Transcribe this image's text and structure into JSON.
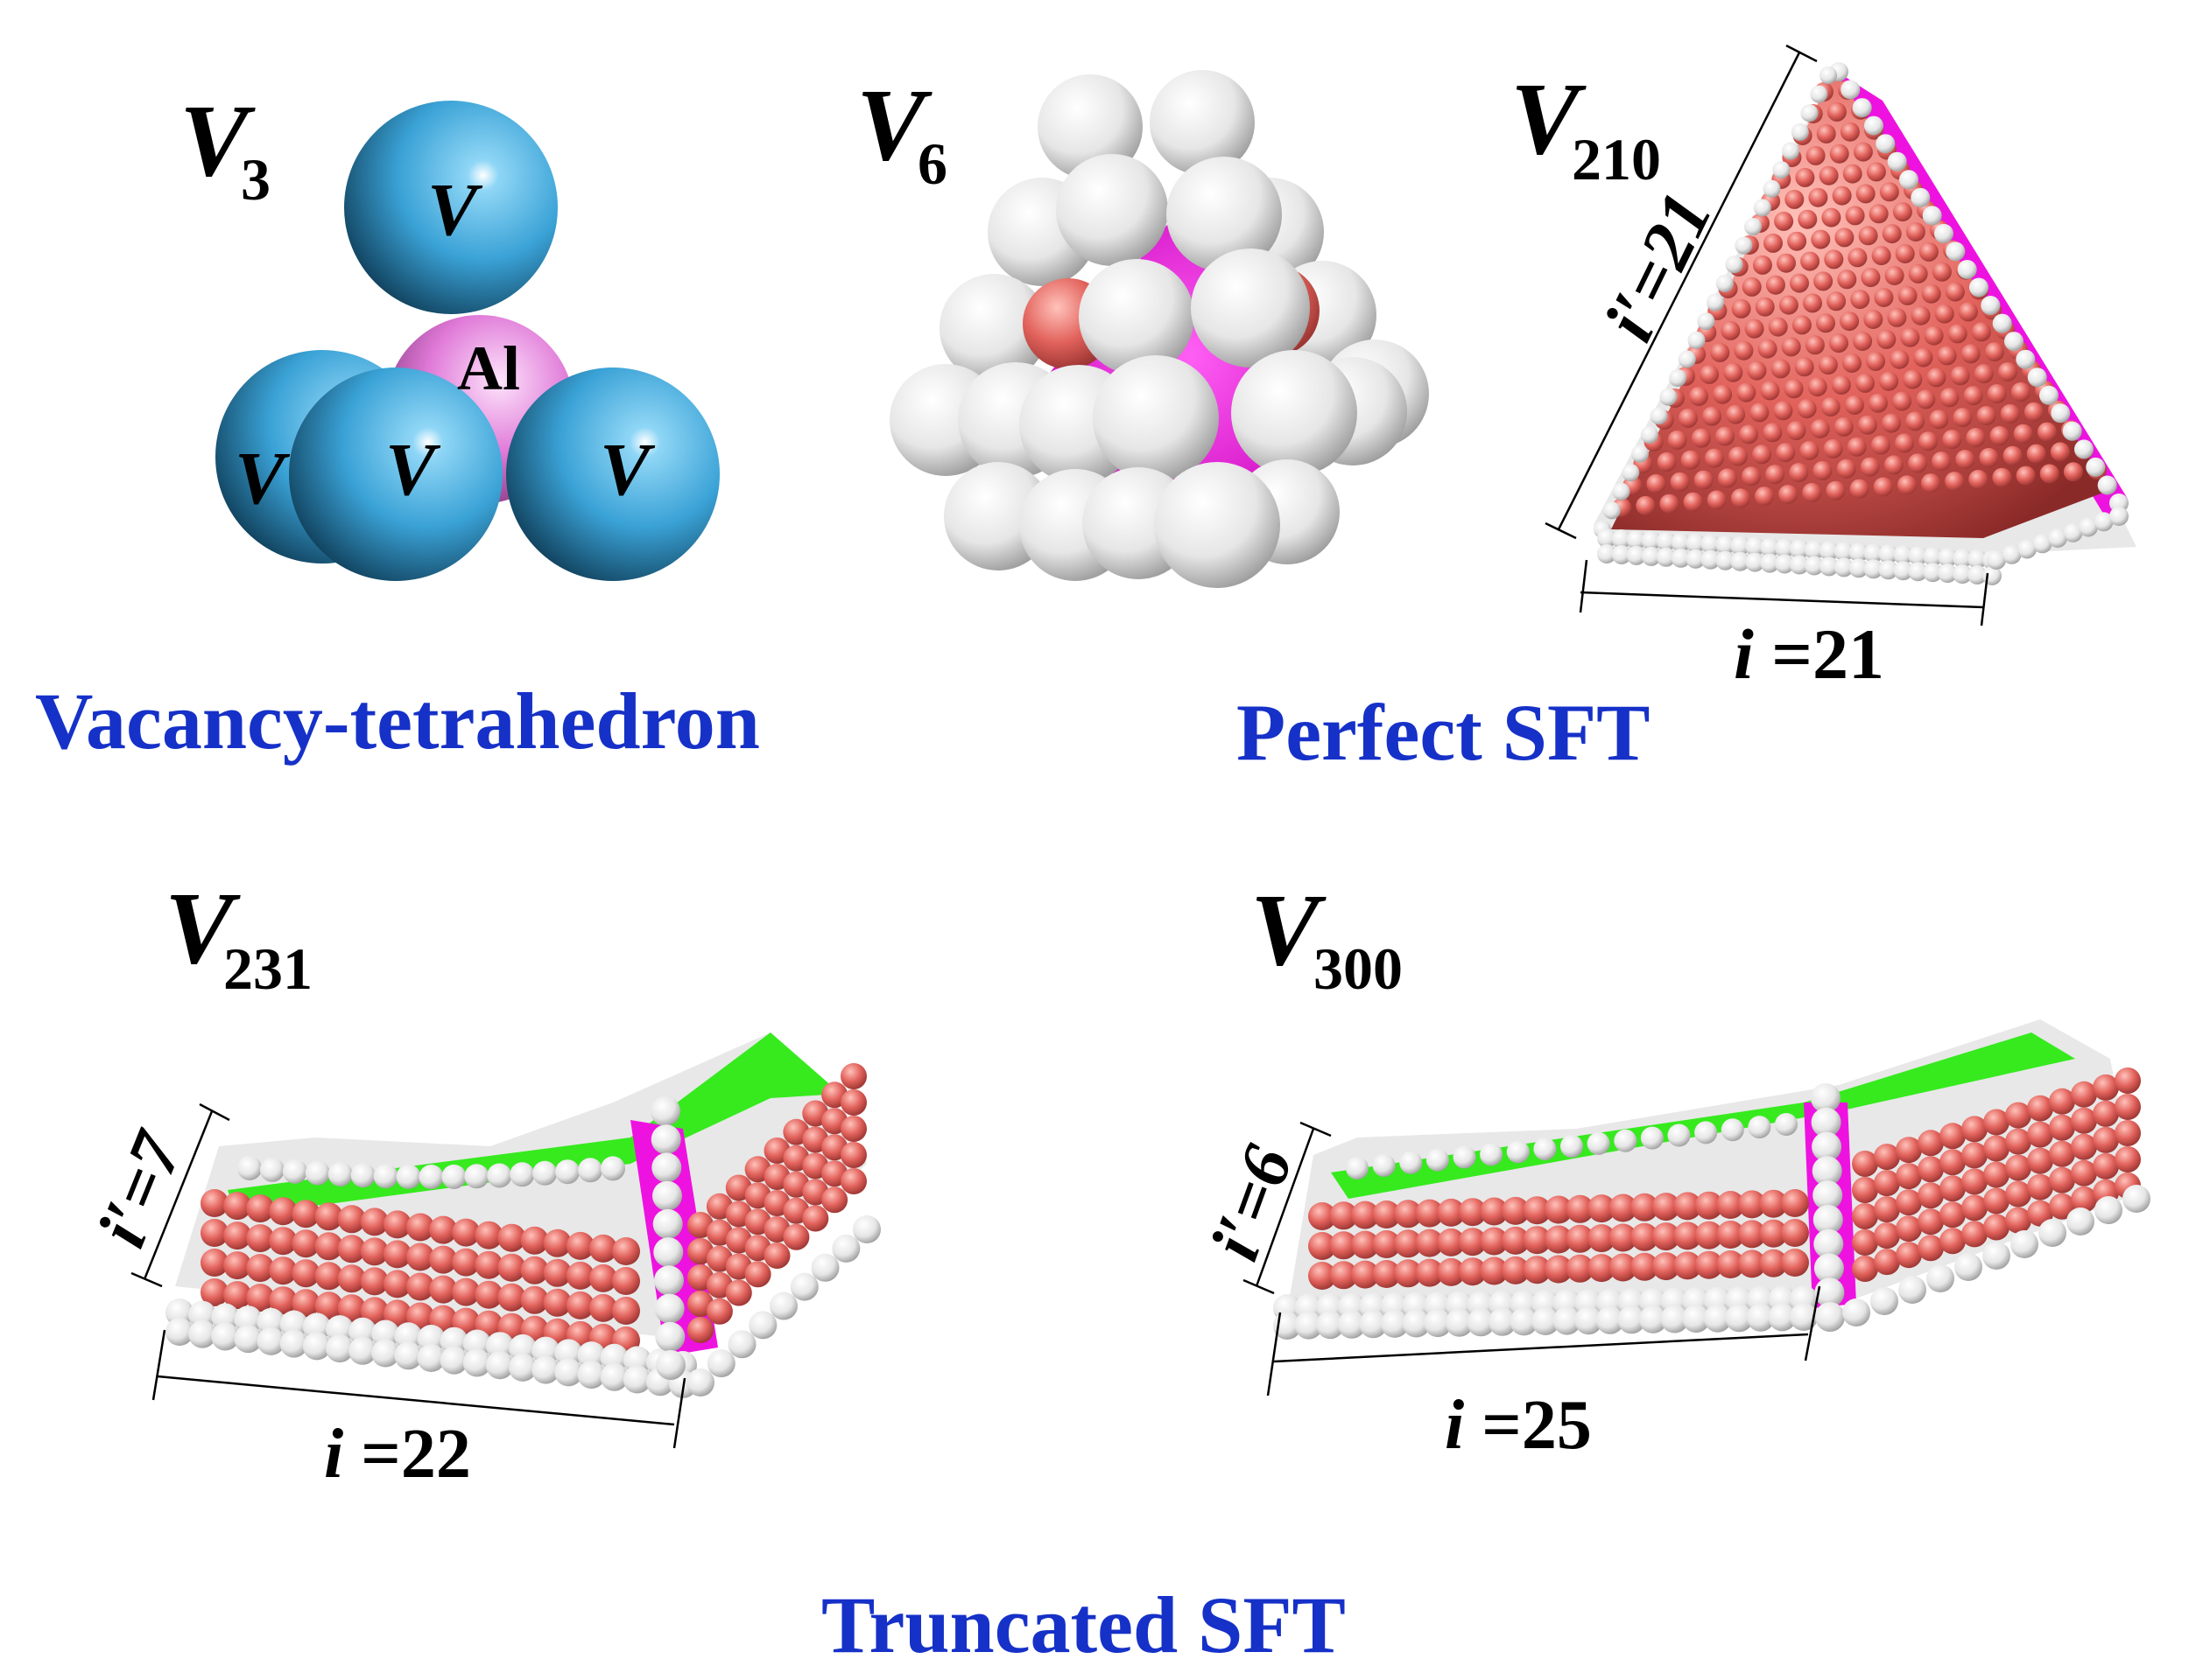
{
  "figure": {
    "panels": [
      {
        "id": "v3",
        "label_main": "V",
        "label_sub": "3",
        "atom_labels": [
          "V",
          "V",
          "V",
          "V",
          "Al"
        ]
      },
      {
        "id": "v6",
        "label_main": "V",
        "label_sub": "6"
      },
      {
        "id": "v210",
        "label_main": "V",
        "label_sub": "210",
        "dim1": "i′=21",
        "dim2_prefix": "i",
        "dim2_rest": " =21"
      },
      {
        "id": "v231",
        "label_main": "V",
        "label_sub": "231",
        "dim1": "i′=7",
        "dim2_prefix": "i",
        "dim2_rest": " =22"
      },
      {
        "id": "v300",
        "label_main": "V",
        "label_sub": "300",
        "dim1": "i′=6",
        "dim2_prefix": "i",
        "dim2_rest": " =25"
      }
    ],
    "captions": {
      "vacancy": "Vacancy-tetrahedron",
      "perfect": "Perfect SFT",
      "truncated": "Truncated SFT"
    },
    "colors": {
      "caption_blue": "#1631c8",
      "vacancy_sphere": "#3aa2d6",
      "aluminum_sphere": "#e07ad8",
      "red_atom": "#e2625c",
      "white_atom": "#e8e8e8",
      "magenta_core": "#ee12e0",
      "green_surface": "#36ea1e"
    }
  }
}
